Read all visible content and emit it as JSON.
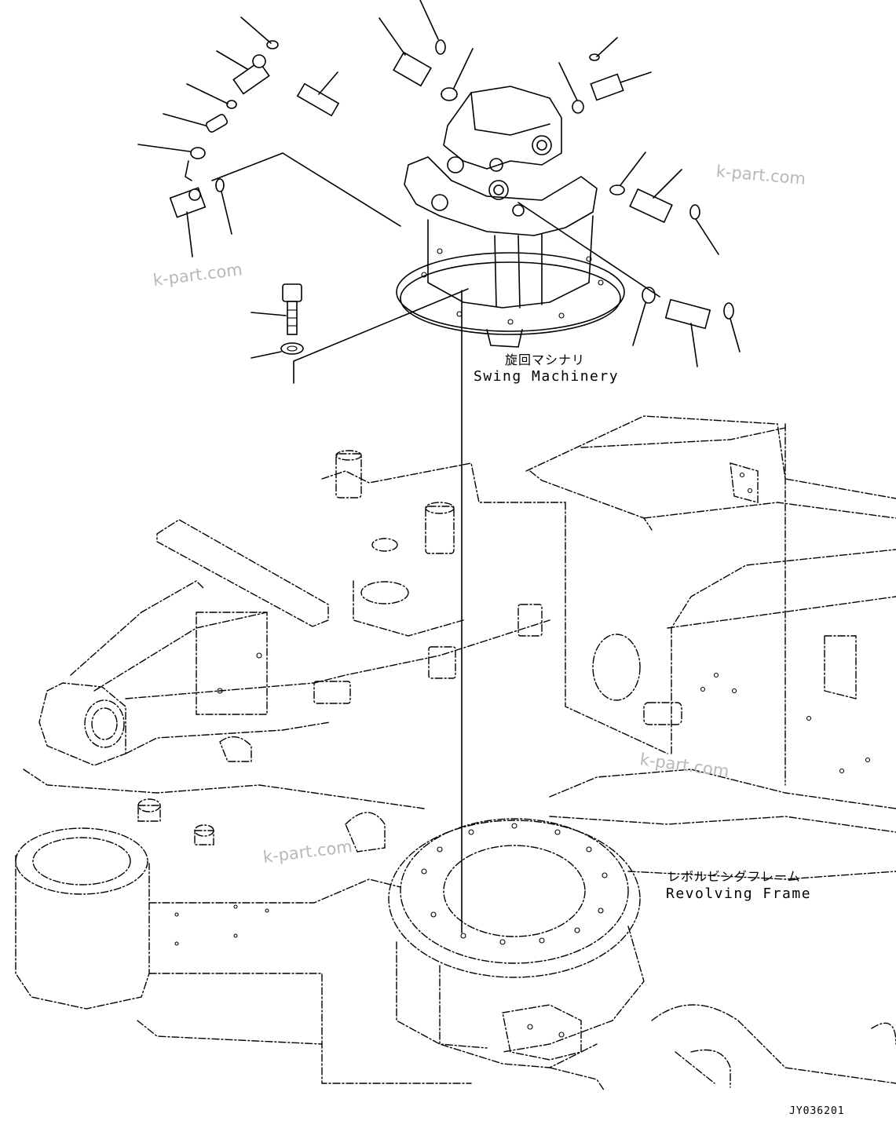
{
  "labels": {
    "swing_machinery_jp": "旋回マシナリ",
    "swing_machinery_en": "Swing Machinery",
    "revolving_frame_jp": "レボルビングフレーム",
    "revolving_frame_en": "Revolving Frame"
  },
  "drawing_code": "JY036201",
  "watermarks": [
    "k-part.com",
    "k-part.com",
    "k-part.com",
    "k-part.com"
  ]
}
